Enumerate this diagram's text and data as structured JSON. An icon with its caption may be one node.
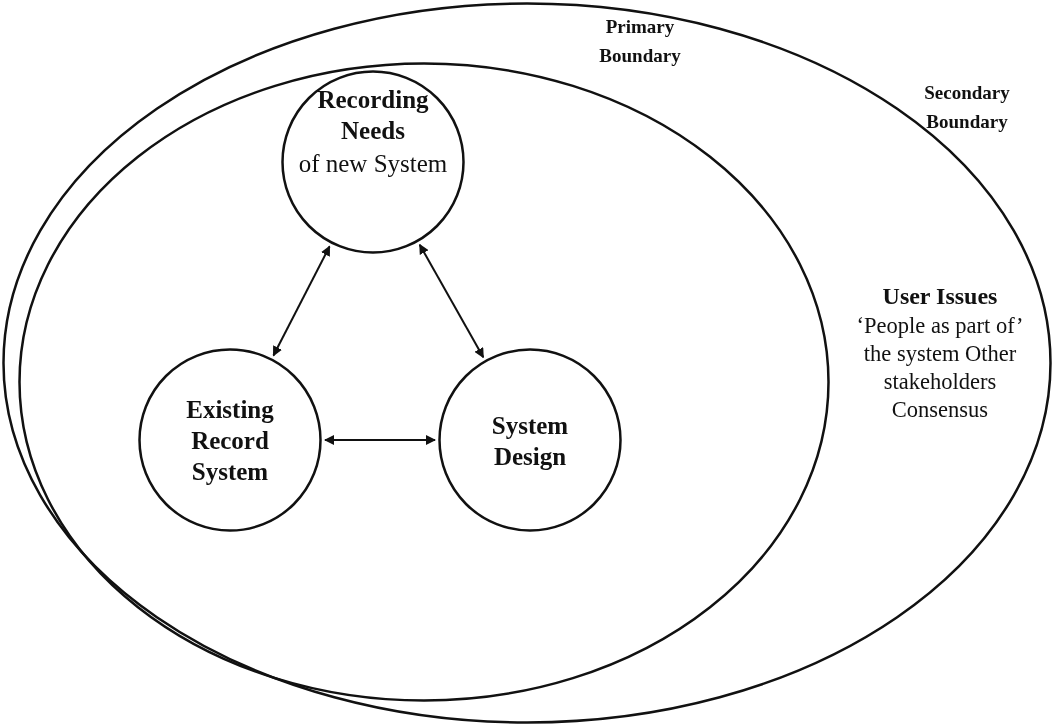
{
  "diagram": {
    "nodes": [
      {
        "text": [
          "Secondary Boundary",
          "User Issues",
          "‘People as part of’ the system Other stakeholders Consensus"
        ]
      },
      {
        "text": [
          "Primary Boundary"
        ],
        "in": 0
      },
      {
        "text": [
          "Recording Needs",
          "of new System"
        ],
        "in": 1
      },
      {
        "text": [
          "Existing Record System"
        ],
        "in": 1
      },
      {
        "text": [
          "System Design"
        ],
        "in": 1
      }
    ],
    "edges": [
      {
        "from": 2,
        "to": 3,
        "arrow": "both"
      },
      {
        "from": 2,
        "to": 4,
        "arrow": "both"
      },
      {
        "from": 3,
        "to": 4,
        "arrow": "both"
      }
    ]
  }
}
